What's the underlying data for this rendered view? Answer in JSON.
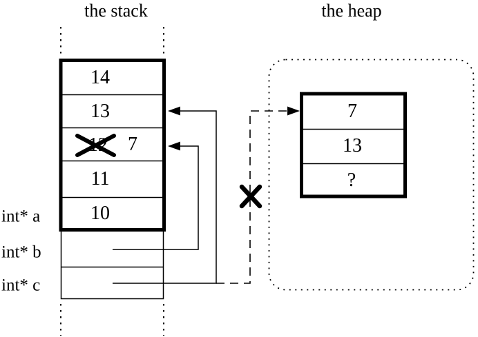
{
  "colors": {
    "ink": "#000000",
    "background": "#ffffff"
  },
  "stack": {
    "title": "the stack",
    "cells": [
      "14",
      "13",
      "12",
      "11",
      "10"
    ],
    "crossed_out_index": 2,
    "replacement_value": "7",
    "pointer_labels": [
      "int* a",
      "int* b",
      "int* c"
    ]
  },
  "heap": {
    "title": "the heap",
    "cells": [
      "7",
      "13",
      "?"
    ]
  }
}
